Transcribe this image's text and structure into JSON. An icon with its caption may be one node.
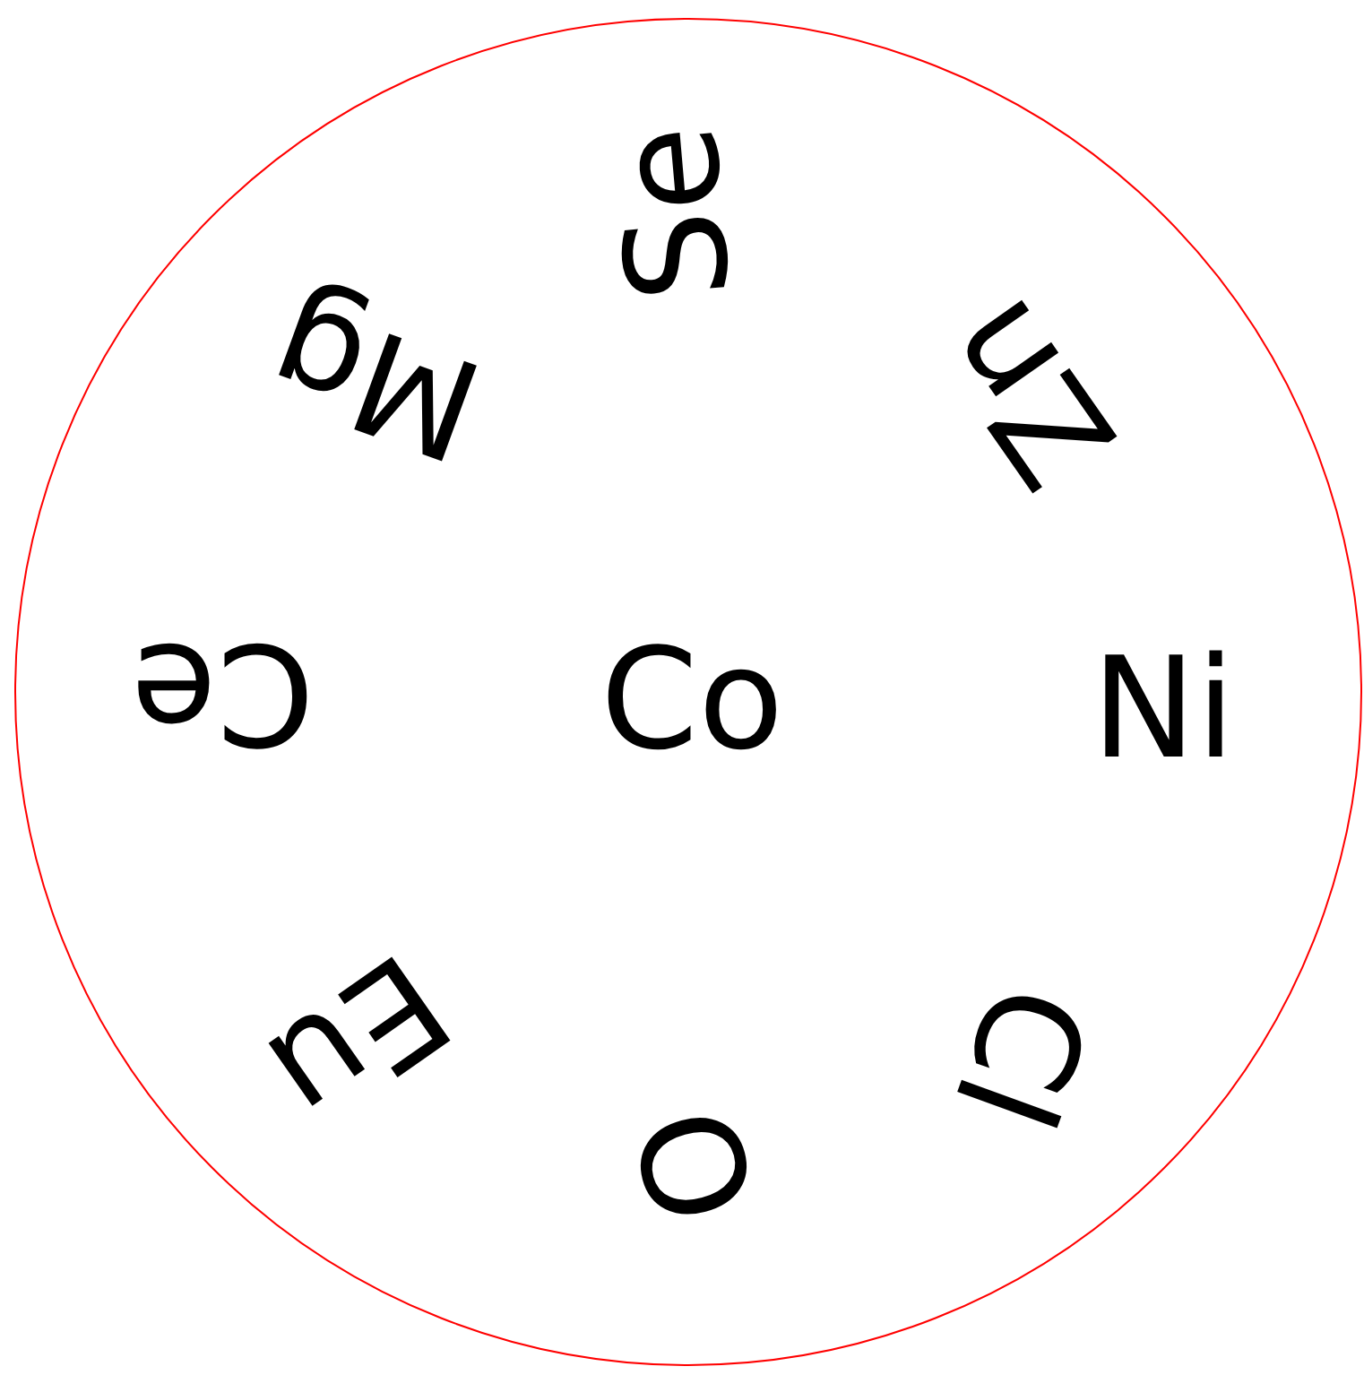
{
  "diagram": {
    "nodes": [
      {
        "text": [
          "Se",
          "Mg",
          "Zn",
          "Ce",
          "Co",
          "Ni",
          "Eu",
          "Cl",
          "O"
        ]
      }
    ]
  }
}
